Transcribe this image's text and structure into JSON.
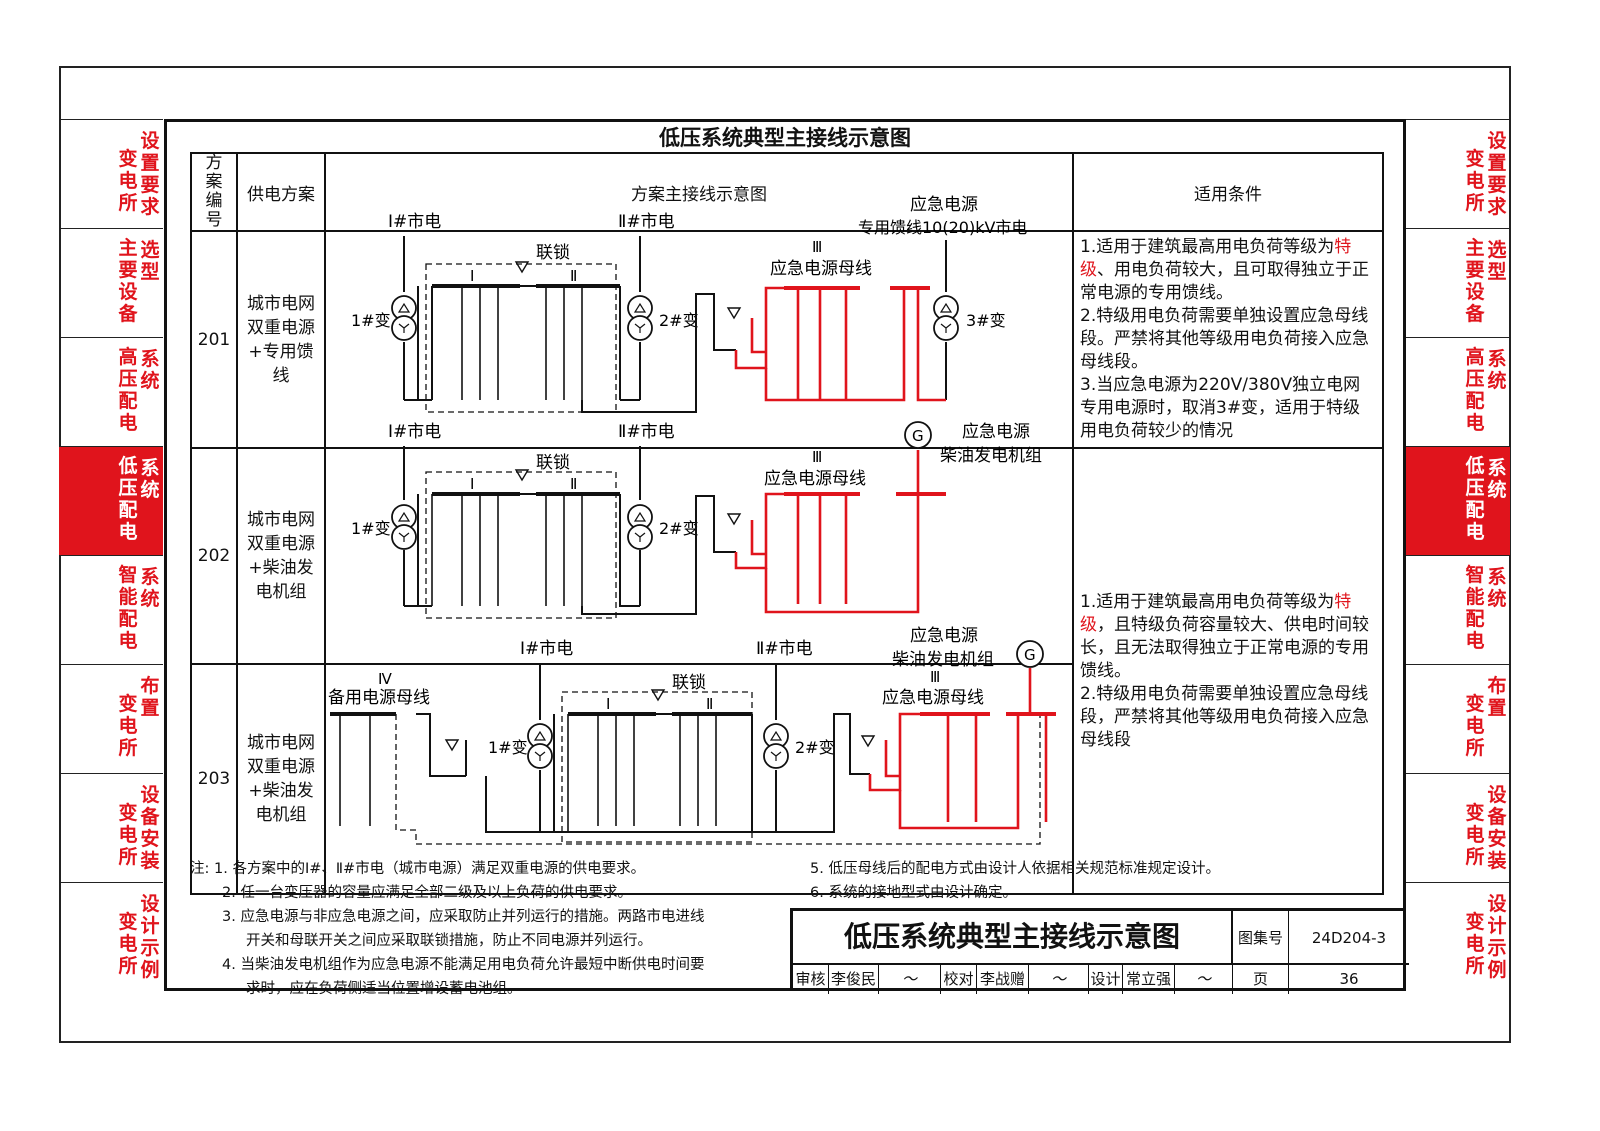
{
  "title": "低压系统典型主接线示意图",
  "side_tabs": [
    {
      "c1": "变电所",
      "c2": "设置要求",
      "active": false
    },
    {
      "c1": "主要设备",
      "c2": "选型",
      "active": false
    },
    {
      "c1": "高压配电",
      "c2": "系统",
      "active": false
    },
    {
      "c1": "低压配电",
      "c2": "系统",
      "active": true
    },
    {
      "c1": "智能配电",
      "c2": "系统",
      "active": false
    },
    {
      "c1": "变电所",
      "c2": "布置",
      "active": false
    },
    {
      "c1": "变电所",
      "c2": "设备安装",
      "active": false
    },
    {
      "c1": "变电所",
      "c2": "设计示例",
      "active": false
    }
  ],
  "table": {
    "headers": {
      "number": "方案编号",
      "supply": "供电方案",
      "diagram": "方案主接线示意图",
      "conditions": "适用条件"
    },
    "rows": [
      {
        "number": "201",
        "supply": "城市电网双重电源+专用馈线"
      },
      {
        "number": "202",
        "supply": "城市电网双重电源+柴油发电机组"
      },
      {
        "number": "203",
        "supply": "城市电网双重电源+柴油发电机组"
      }
    ],
    "conditions_a": {
      "p1_before": "1.适用于建筑最高用电负荷等级为",
      "p1_red": "特级",
      "p1_after": "、用电负荷较大，且可取得独立于正常电源的专用馈线。",
      "p2": "2.特级用电负荷需要单独设置应急母线段。严禁将其他等级用电负荷接入应急母线段。",
      "p3": "3.当应急电源为220V/380V独立电网专用电源时，取消3#变，适用于特级用电负荷较少的情况"
    },
    "conditions_b": {
      "p1_before": "1.适用于建筑最高用电负荷等级为",
      "p1_red": "特级",
      "p1_after": "，且特级负荷容量较大、供电时间较长，且无法取得独立于正常电源的专用馈线。",
      "p2": "2.特级用电负荷需要单独设置应急母线段，严禁将其他等级用电负荷接入应急母线段"
    }
  },
  "diagram_labels": {
    "city1": "Ⅰ#市电",
    "city2": "Ⅱ#市电",
    "interlock": "联锁",
    "bus1": "Ⅰ",
    "bus2": "Ⅱ",
    "bus3": "Ⅲ",
    "bus4": "Ⅳ",
    "t1": "1#变",
    "t2": "2#变",
    "t3": "3#变",
    "emg": "应急电源",
    "feeder": "专用馈线10(20)kV市电",
    "emg_bus": "应急电源母线",
    "diesel": "柴油发电机组",
    "backup_bus": "备用电源母线",
    "gen": "G"
  },
  "notes": {
    "prefix": "注:",
    "left": [
      "1. 各方案中的Ⅰ#、Ⅱ#市电（城市电源）满足双重电源的供电要求。",
      "2. 任一台变压器的容量应满足全部二级及以上负荷的供电要求。",
      "3. 应急电源与非应急电源之间，应采取防止并列运行的措施。两路市电进线",
      "开关和母联开关之间应采取联锁措施，防止不同电源并列运行。",
      "4. 当柴油发电机组作为应急电源不能满足用电负荷允许最短中断供电时间要",
      "求时，应在负荷侧适当位置增设蓄电池组。"
    ],
    "right": [
      "5. 低压母线后的配电方式由设计人依据相关规范标准规定设计。",
      "6. 系统的接地型式由设计确定。"
    ]
  },
  "title_block": {
    "title": "低压系统典型主接线示意图",
    "atlas_label": "图集号",
    "atlas_no": "24D204-3",
    "review_label": "审核",
    "reviewer": "李俊民",
    "check_label": "校对",
    "checker": "李战赠",
    "design_label": "设计",
    "designer": "常立强",
    "page_label": "页",
    "page_no": "36"
  },
  "colors": {
    "accent": "#e0141c",
    "line": "#111111"
  }
}
